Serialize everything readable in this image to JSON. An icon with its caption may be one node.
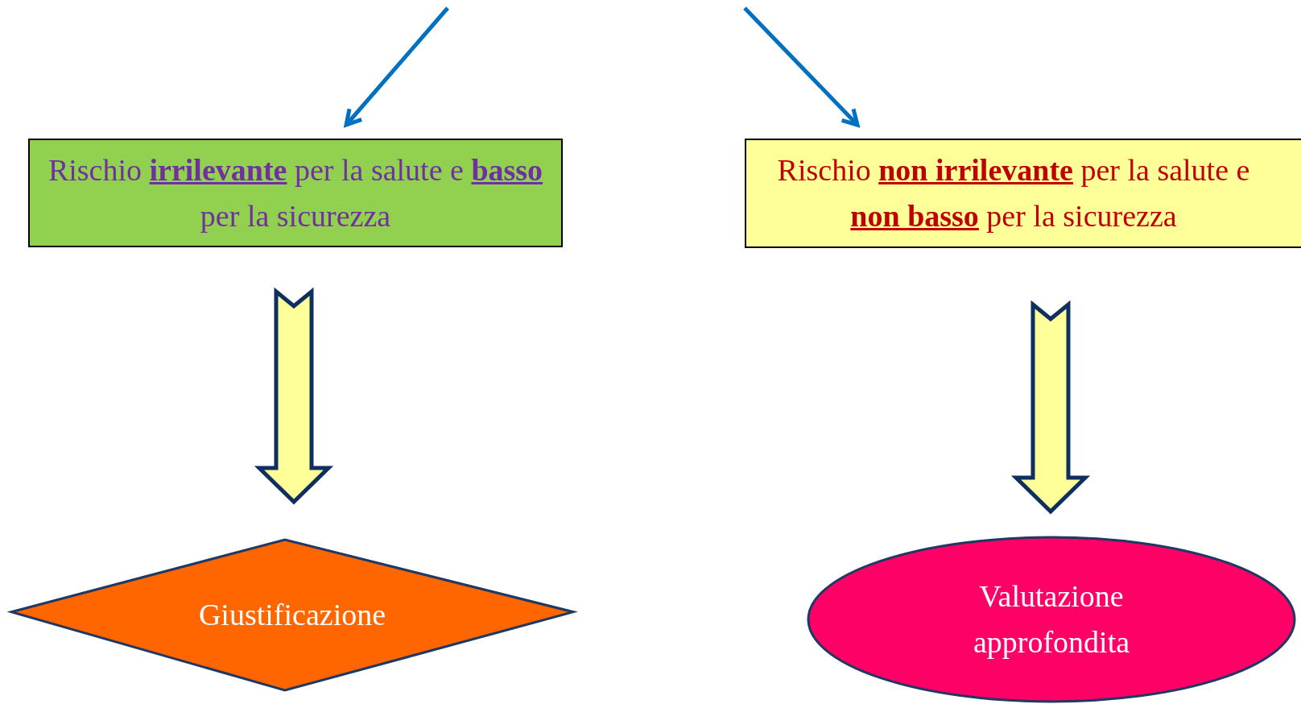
{
  "diagram": {
    "nodes": [
      {
        "text": [
          "Rischio **irrilevante** per la salute e **basso** per la sicurezza"
        ]
      },
      {
        "text": [
          "Rischio **non irrilevante** per la salute e **non basso** per la sicurezza"
        ]
      },
      {
        "text": [
          "Giustificazione"
        ]
      },
      {
        "text": [
          "Valutazione approfondita"
        ]
      }
    ],
    "edges": [
      {
        "from": null,
        "to": 0,
        "arrow": "to",
        "color": "#0070c0"
      },
      {
        "from": null,
        "to": 1,
        "arrow": "to",
        "color": "#0070c0"
      },
      {
        "from": 0,
        "to": 2,
        "arrow": "to",
        "style": "thick",
        "color": "#ffff99"
      },
      {
        "from": 1,
        "to": 3,
        "arrow": "to",
        "style": "thick",
        "color": "#ffff99"
      }
    ]
  }
}
